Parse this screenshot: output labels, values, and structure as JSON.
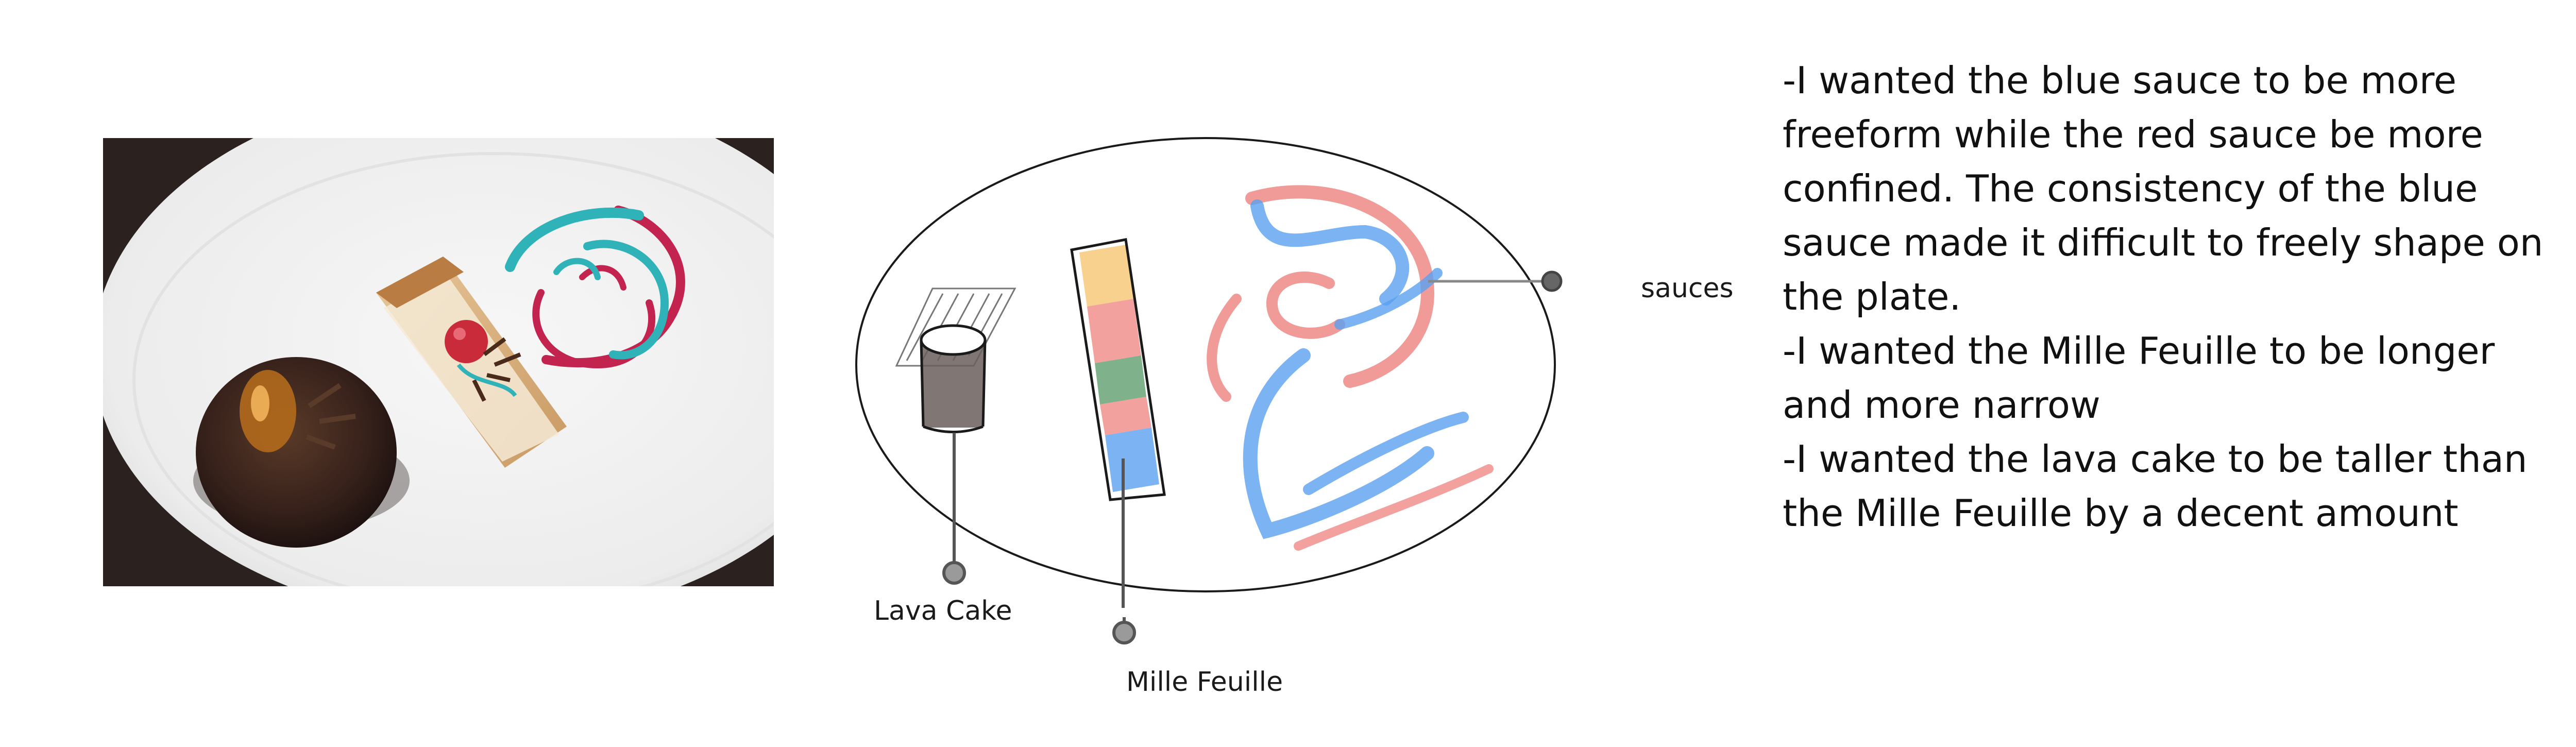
{
  "labels": {
    "lava_cake": "Lava Cake",
    "mille_feuille": "Mille Feuille",
    "sauces": "sauces"
  },
  "notes": [
    "-I wanted the blue sauce to be more freeform while the red sauce be more confined. The consistency of the blue sauce made it difficult to freely shape on the plate.",
    "-I wanted the Mille Feuille to be longer and more narrow",
    "-I wanted the lava cake to be taller than the Mille Feuille by a decent amount"
  ],
  "colors": {
    "blue_sauce": "#5aa0f0",
    "red_sauce": "#ef8a86",
    "photo_teal_sauce": "#2fb3b8",
    "photo_magenta_sauce": "#c2244f",
    "plate": "#f1f1f1",
    "table": "#2b2220",
    "chocolate": "#3a2419",
    "leader_line": "#555555"
  },
  "icons": {
    "callout_dot": "circle-marker-icon"
  }
}
